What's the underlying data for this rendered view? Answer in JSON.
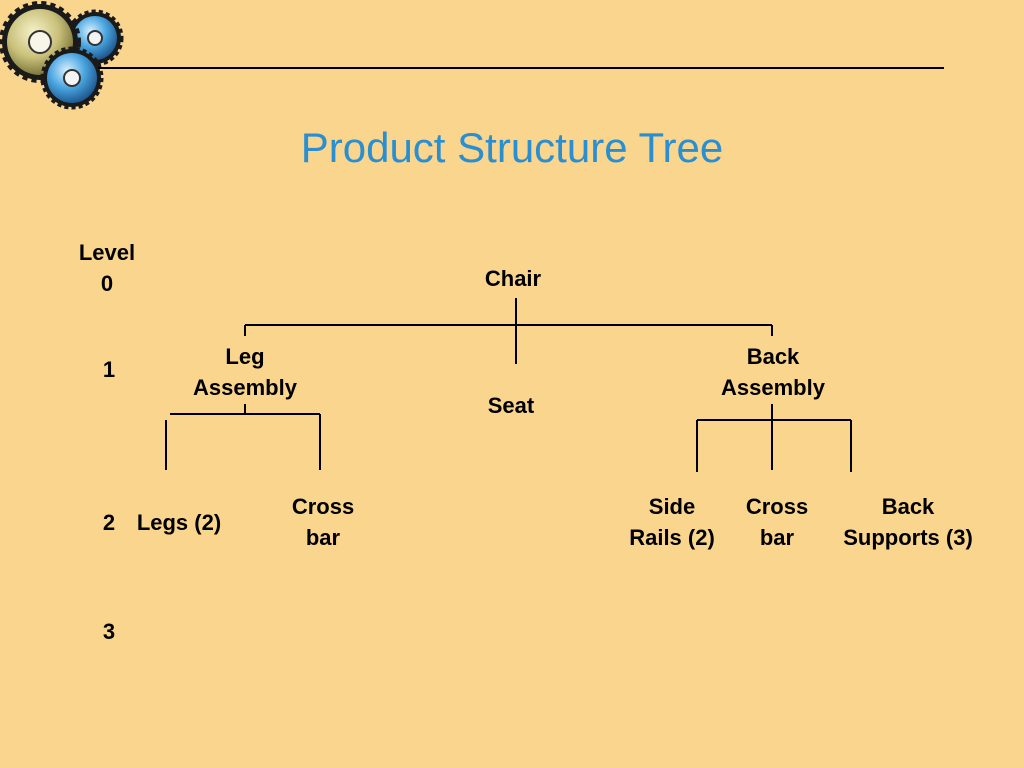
{
  "title": "Product Structure Tree",
  "levels": {
    "heading": "Level",
    "values": [
      "0",
      "1",
      "2",
      "3"
    ]
  },
  "tree": {
    "root": {
      "label": "Chair"
    },
    "level1": [
      {
        "line1": "Leg",
        "line2": "Assembly"
      },
      {
        "line1": "Seat"
      },
      {
        "line1": "Back",
        "line2": "Assembly"
      }
    ],
    "level2": [
      {
        "line1": "Legs (2)"
      },
      {
        "line1": "Cross",
        "line2": "bar"
      },
      {
        "line1": "Side",
        "line2": "Rails (2)"
      },
      {
        "line1": "Cross",
        "line2": "bar"
      },
      {
        "line1": "Back",
        "line2": "Supports (3)"
      }
    ]
  },
  "colors": {
    "background": "#fad58e",
    "title": "#2a8fd0",
    "text": "#000000"
  },
  "icons": {
    "logo": "gears-icon"
  }
}
